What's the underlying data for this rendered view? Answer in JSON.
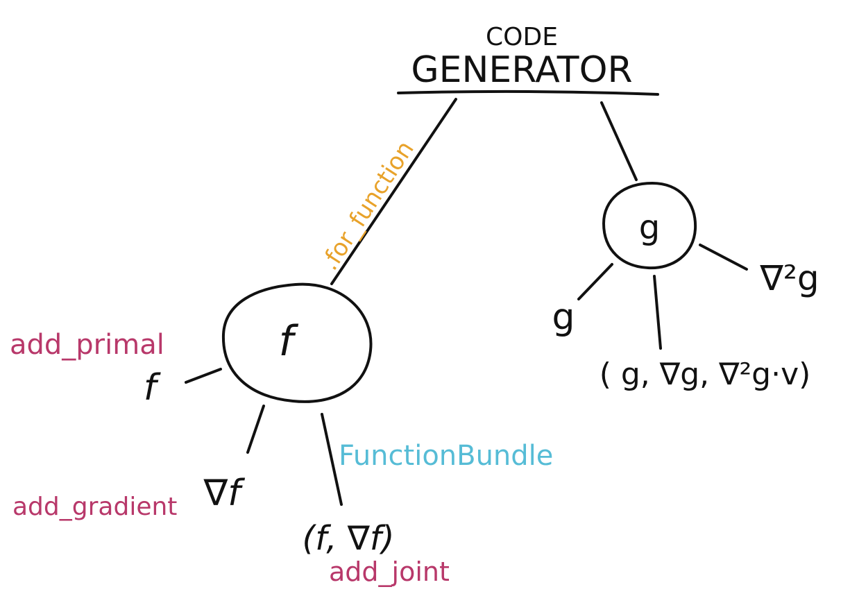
{
  "header": {
    "title_line1": "CODE",
    "title_line2": "GENERATOR"
  },
  "edge_labels": {
    "for_function": ".for_function"
  },
  "nodes": {
    "f": {
      "label": "f"
    },
    "g": {
      "label": "g"
    }
  },
  "f_outputs": {
    "primal": {
      "symbol": "f",
      "method": "add_primal"
    },
    "gradient": {
      "symbol": "∇f",
      "method": "add_gradient"
    },
    "joint": {
      "symbol": "(f, ∇f)",
      "method": "add_joint"
    },
    "bundle": "FunctionBundle"
  },
  "g_outputs": {
    "primal": {
      "symbol": "g"
    },
    "hessian": {
      "symbol": "∇²g"
    },
    "combo": {
      "symbol": "( g, ∇g, ∇²g·v)"
    }
  },
  "colors": {
    "ink": "#111111",
    "method": "#b8386a",
    "for_function": "#e8a22a",
    "bundle": "#56bcd6"
  }
}
